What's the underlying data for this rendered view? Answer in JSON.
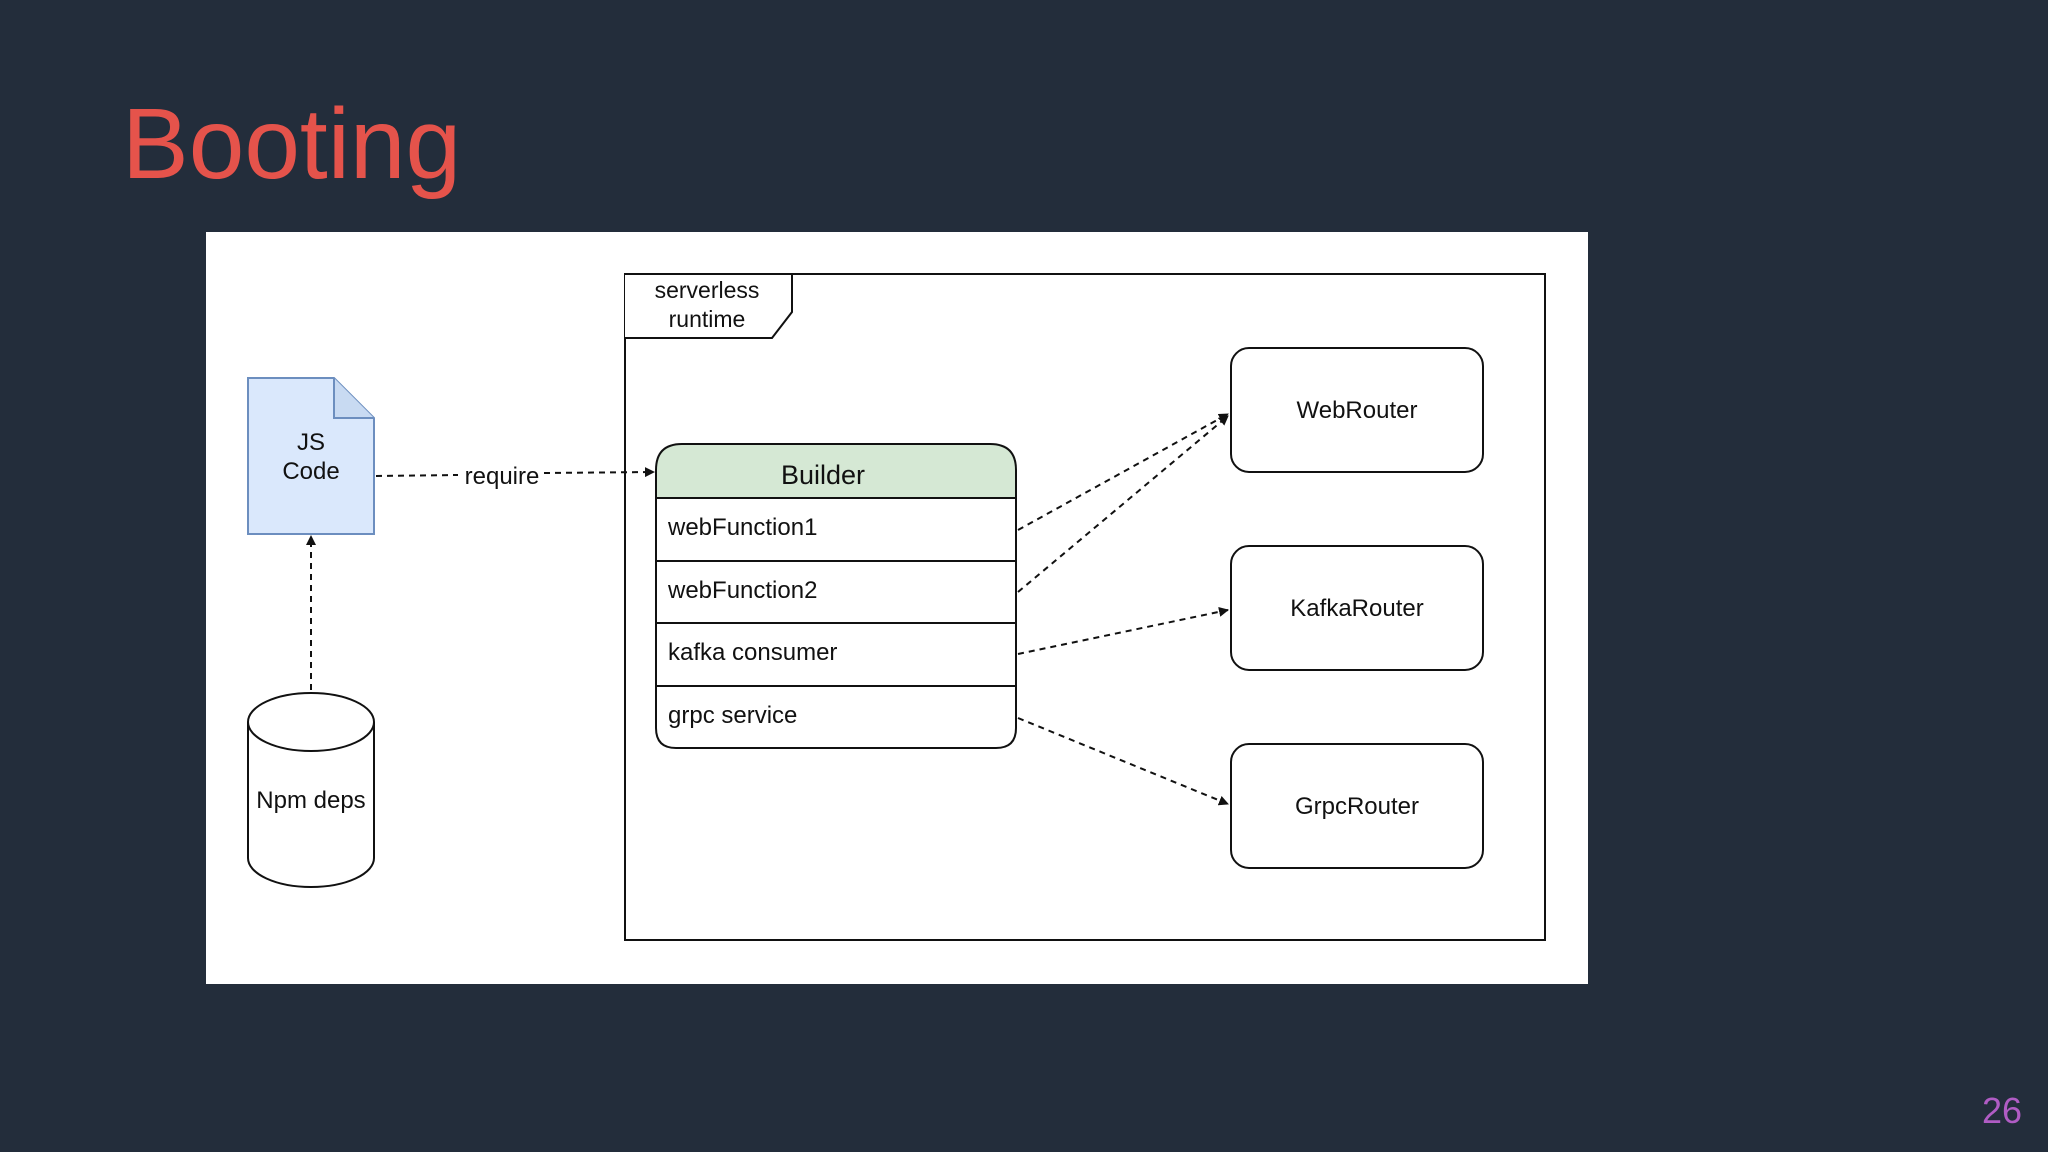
{
  "slide": {
    "title": "Booting",
    "page_number": "26"
  },
  "diagram": {
    "frame_label_line1": "serverless",
    "frame_label_line2": "runtime",
    "js_code_line1": "JS",
    "js_code_line2": "Code",
    "npm_deps_label": "Npm deps",
    "require_label": "require",
    "builder": {
      "title": "Builder",
      "header_color": "#d5e8d4",
      "rows": [
        "webFunction1",
        "webFunction2",
        "kafka consumer",
        "grpc service"
      ]
    },
    "routers": {
      "web": "WebRouter",
      "kafka": "KafkaRouter",
      "grpc": "GrpcRouter"
    },
    "colors": {
      "background": "#232d3b",
      "title": "#e5534b",
      "page_number": "#b05cc4",
      "document_fill": "#dae8fc",
      "document_stroke": "#6c8ebf"
    }
  }
}
